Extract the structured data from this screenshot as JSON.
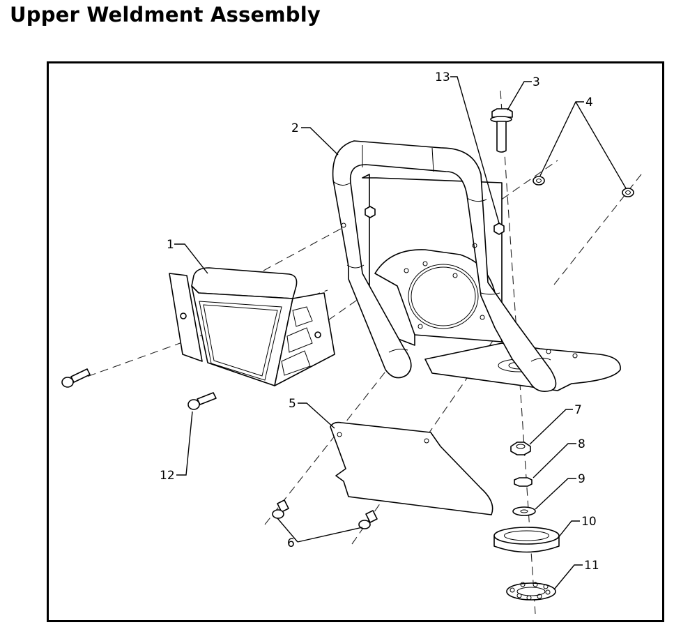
{
  "title": "Upper Weldment Assembly",
  "callouts": {
    "c1": "1",
    "c2": "2",
    "c3": "3",
    "c4": "4",
    "c5": "5",
    "c6": "6",
    "c7": "7",
    "c8": "8",
    "c9": "9",
    "c10": "10",
    "c11": "11",
    "c12": "12",
    "c13": "13"
  }
}
